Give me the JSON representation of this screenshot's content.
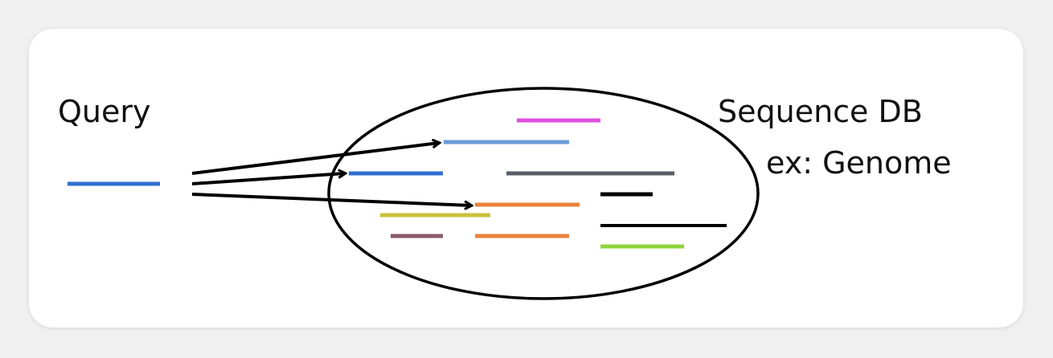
{
  "labels": {
    "query": "Query",
    "database": "Sequence DB",
    "example": "ex: Genome"
  },
  "colors": {
    "query_read": "#2f6fd0",
    "arrow": "#000000",
    "ellipse_stroke": "#000000",
    "db_sequences": [
      "#e04fe0",
      "#6a9ad8",
      "#2f6fd0",
      "#5a5f6a",
      "#000000",
      "#e8823b",
      "#c9c23a",
      "#000000",
      "#8a5a6a",
      "#e8823b",
      "#8ed43c"
    ]
  }
}
